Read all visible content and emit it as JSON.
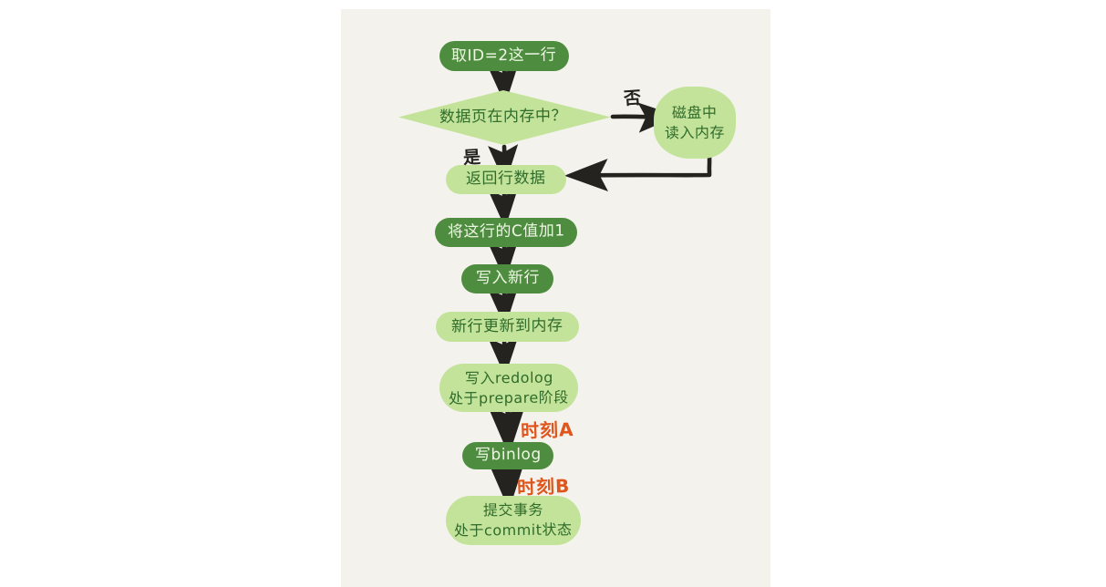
{
  "diagram": {
    "title_hidden": "",
    "canvas_color": "#f4f2ec",
    "page_color": "#ffffff",
    "colors": {
      "node_dark_green": "#4e8c3f",
      "node_light_green": "#c3e39a",
      "text_on_dark": "#eef7e4",
      "text_on_light": "#2f6b2a",
      "arrow_black": "#24231f",
      "accent_orange": "#e0551c"
    },
    "nodes": [
      {
        "id": "fetch-row",
        "text": "取ID=2这一行",
        "shape": "pill",
        "fill": "dark"
      },
      {
        "id": "page-in-memory",
        "text": "数据页在内存中？",
        "shape": "diamond",
        "fill": "light"
      },
      {
        "id": "read-from-disk",
        "line1": "磁盘中",
        "line2": "读入内存",
        "shape": "blob",
        "fill": "light"
      },
      {
        "id": "return-row",
        "text": "返回行数据",
        "shape": "pill",
        "fill": "light"
      },
      {
        "id": "increment-c",
        "text": "将这行的C值加1",
        "shape": "pill",
        "fill": "dark"
      },
      {
        "id": "write-new-row",
        "text": "写入新行",
        "shape": "pill",
        "fill": "dark"
      },
      {
        "id": "update-memory",
        "text": "新行更新到内存",
        "shape": "pill",
        "fill": "light"
      },
      {
        "id": "write-redolog",
        "line1": "写入redolog",
        "line2": "处于prepare阶段",
        "shape": "pill",
        "fill": "light"
      },
      {
        "id": "write-binlog",
        "text": "写binlog",
        "shape": "pill",
        "fill": "dark"
      },
      {
        "id": "commit-txn",
        "line1": "提交事务",
        "line2": "处于commit状态",
        "shape": "pill",
        "fill": "light"
      }
    ],
    "edge_labels": {
      "no": "否",
      "yes": "是"
    },
    "moment_labels": {
      "a": "时刻A",
      "b": "时刻B"
    }
  }
}
